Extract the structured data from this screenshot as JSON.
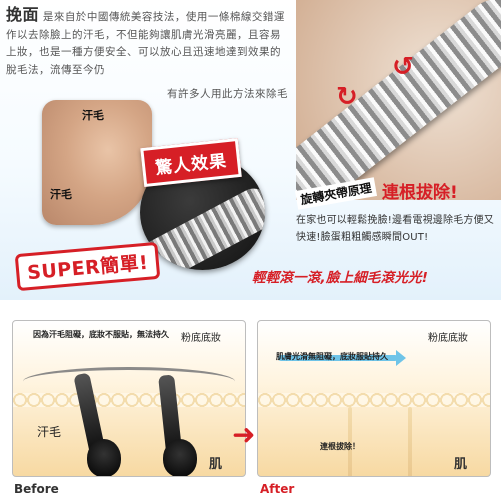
{
  "intro": {
    "lead": "挽面",
    "text": "是來自於中國傳統美容技法，使用一條棉線交錯運作以去除臉上的汗毛，不但能夠讓肌膚光滑亮麗，且容易上妝，也是一種方便安全、可以放心且迅速地達到效果的脫毛法，流傳至今仍",
    "end": "有許多人用此方法來除毛"
  },
  "photo_labels": {
    "armpit_top": "汗毛",
    "armpit_bottom": "汗毛"
  },
  "badges": {
    "effect": "驚人效果",
    "super": "SUPER簡單!"
  },
  "tool": {
    "principle": "旋轉夾帶原理",
    "pull": "連根拔除!",
    "description": "在家也可以輕鬆挽臉!邊看電視邊除毛方便又快速!臉蛋粗粗觸感瞬間OUT!",
    "slogan": "輕輕滾一滾,臉上細毛滾光光!"
  },
  "before_panel": {
    "note": "因為汗毛阻礙，底妝不服貼，無法持久",
    "powder": "粉底底妝",
    "hair": "汗毛",
    "skin": "肌",
    "caption": "Before"
  },
  "after_panel": {
    "note": "肌膚光滑無阻礙，底妝服貼持久",
    "powder": "粉底底妝",
    "removed": "連根拔除！",
    "skin": "肌",
    "caption": "After"
  },
  "colors": {
    "accent_red": "#d61f26",
    "light_blue": "#6fc4e8"
  }
}
